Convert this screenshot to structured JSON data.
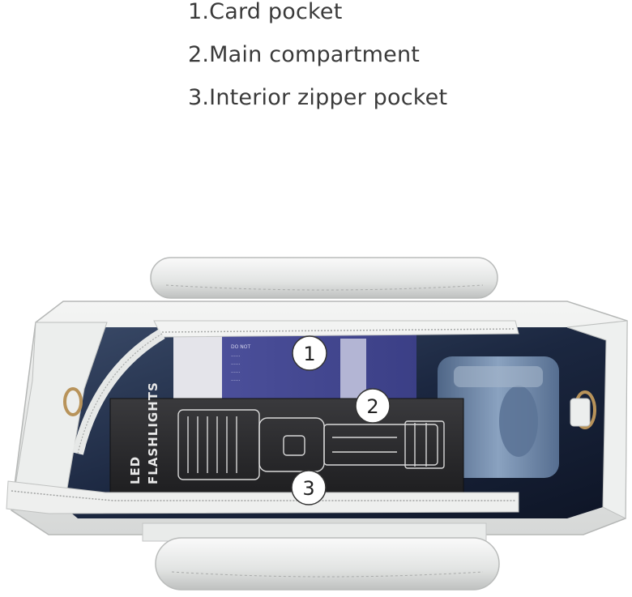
{
  "legend": {
    "items": [
      {
        "number": "1",
        "label": "1.Card pocket"
      },
      {
        "number": "2",
        "label": "2.Main compartment"
      },
      {
        "number": "3",
        "label": "3.Interior zipper pocket"
      }
    ]
  },
  "markers": {
    "m1": "1",
    "m2": "2",
    "m3": "3"
  },
  "box": {
    "line1": "LED",
    "line2": "FLASHLIGHTS"
  },
  "colors": {
    "bag": "#e6e8e6",
    "bag_shadow": "#c9cbca",
    "lining": "#1c2a45",
    "box": "#2a2a2c",
    "card": "#3a3f8c",
    "bottle": "#6b86a8",
    "hardware": "#b8935a"
  }
}
